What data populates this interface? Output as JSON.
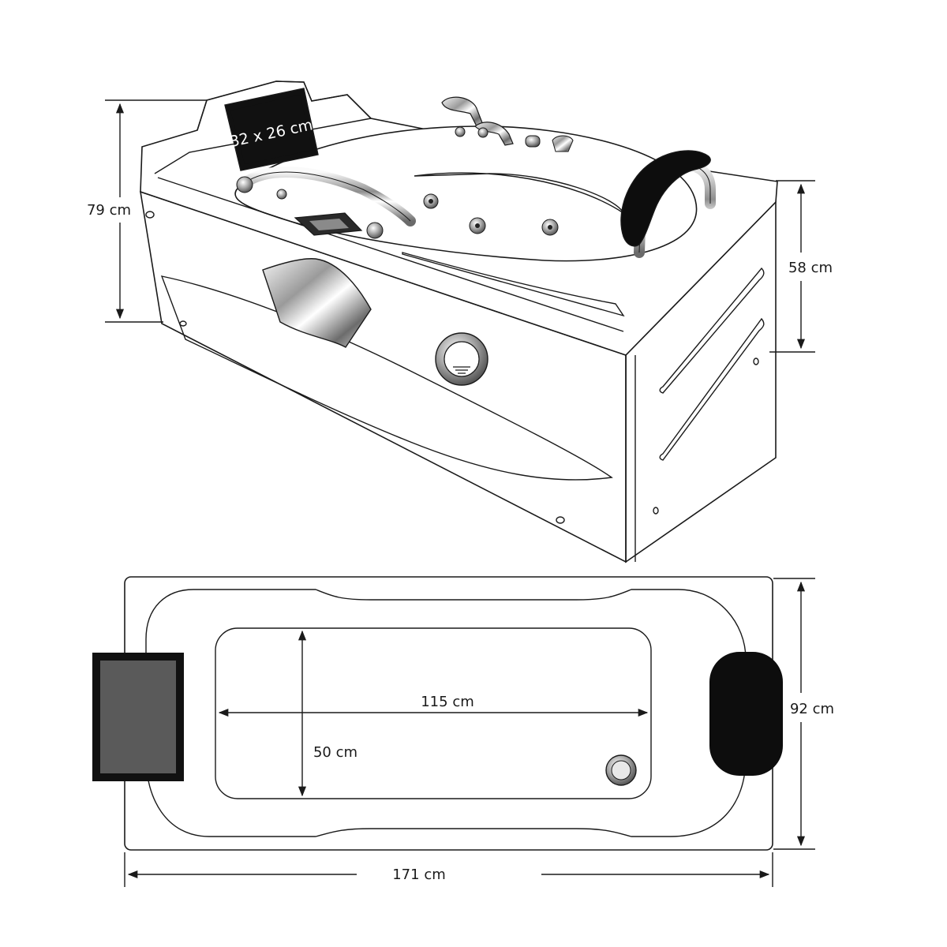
{
  "figure": {
    "labels": {
      "total_height": "79 cm",
      "apron_height": "58 cm",
      "screen_size": "32 x 26 cm",
      "interior_length": "115 cm",
      "interior_width": "50 cm",
      "total_width": "92 cm",
      "total_length": "171 cm"
    },
    "colors": {
      "line": "#1a1a1a",
      "tub_fill": "#ffffff",
      "screen_black": "#111111",
      "screen_gray": "#5a5a5a",
      "chrome_light": "#e6e6e6",
      "chrome_dark": "#777777",
      "headrest_black": "#0d0d0d"
    }
  }
}
